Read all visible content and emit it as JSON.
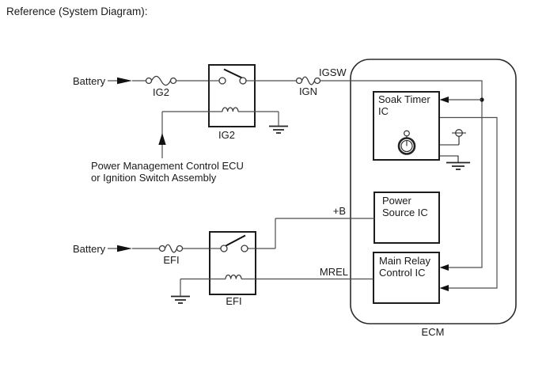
{
  "title": "Reference (System Diagram):",
  "colors": {
    "background": "#ffffff",
    "wire": "#4d4d4d",
    "box_border": "#1c1c1c",
    "text": "#1a1a1a"
  },
  "top": {
    "battery": "Battery",
    "fuse": "IG2",
    "relay": "IG2",
    "fuse2": "IGN",
    "signal": "IGSW",
    "note1": "Power Management Control ECU",
    "note2": "or Ignition Switch Assembly"
  },
  "bottom": {
    "battery": "Battery",
    "fuse": "EFI",
    "relay": "EFI",
    "plusb": "+B",
    "mrel": "MREL"
  },
  "ecm": {
    "label": "ECM",
    "soak1": "Soak Timer",
    "soak2": "IC",
    "power1": "Power",
    "power2": "Source IC",
    "main1": "Main Relay",
    "main2": "Control IC"
  },
  "icons": {
    "fuse": "circle-wave-circle",
    "ground": "triple-bar-ground",
    "relay_switch": "open-contact-switch",
    "relay_coil": "inductor-loops",
    "flow_arrow": "filled-right-arrow",
    "signal_arrow": "filled-left-arrow",
    "soak_timer": "stopwatch",
    "terminal": "circle-with-bar"
  }
}
